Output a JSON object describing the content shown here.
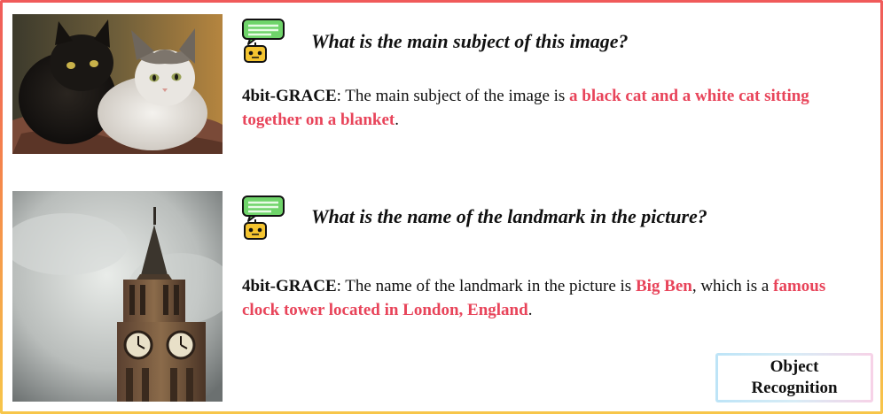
{
  "examples": [
    {
      "question": "What is the main subject of this image?",
      "model_name": "4bit-GRACE",
      "answer_parts": [
        {
          "text": ": The main subject of the image is ",
          "highlight": false
        },
        {
          "text": "a black cat and a white cat sitting together on a blanket",
          "highlight": true
        },
        {
          "text": ".",
          "highlight": false
        }
      ]
    },
    {
      "question": "What is the name of the landmark in the picture?",
      "model_name": "4bit-GRACE",
      "answer_parts": [
        {
          "text": ":  The name of the landmark in the picture is ",
          "highlight": false
        },
        {
          "text": "Big Ben",
          "highlight": true
        },
        {
          "text": ", which is a ",
          "highlight": false
        },
        {
          "text": "famous clock tower located in London, England",
          "highlight": true
        },
        {
          "text": ".",
          "highlight": false
        }
      ]
    }
  ],
  "badge": {
    "line1": "Object",
    "line2": "Recognition"
  },
  "colors": {
    "highlight": "#e8445a",
    "frame_top": "#f05a5a",
    "frame_bottom": "#f7c64a",
    "bot_green": "#6fd46a",
    "bot_yellow": "#f4c430"
  },
  "icons": [
    "robot-chat-icon"
  ]
}
